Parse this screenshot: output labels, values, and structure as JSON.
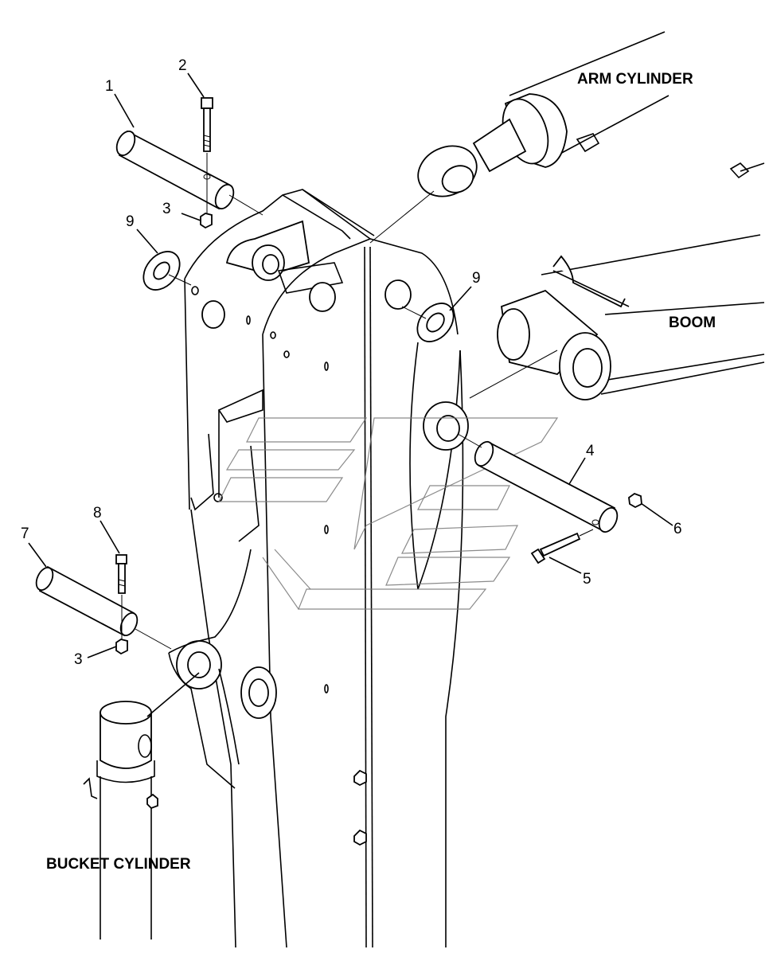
{
  "labels": {
    "arm_cylinder": "ARM CYLINDER",
    "boom": "BOOM",
    "bucket_cylinder": "BUCKET CYLINDER"
  },
  "callouts": {
    "c1": "1",
    "c2": "2",
    "c3a": "3",
    "c3b": "3",
    "c4": "4",
    "c5": "5",
    "c6": "6",
    "c7": "7",
    "c8": "8",
    "c9a": "9",
    "c9b": "9"
  }
}
